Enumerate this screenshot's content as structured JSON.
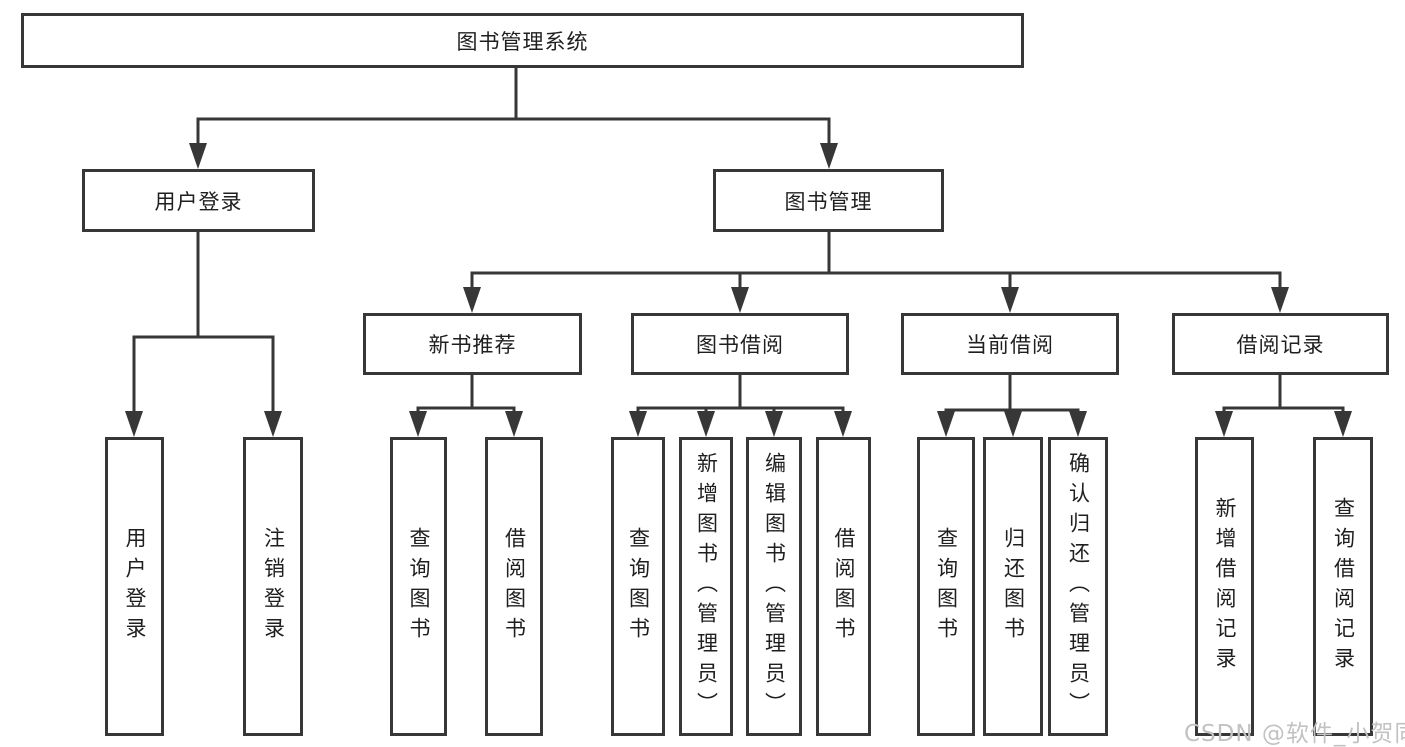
{
  "diagram": {
    "root": {
      "label": "图书管理系统"
    },
    "branches": [
      {
        "label": "用户登录",
        "children": [
          {
            "label": "用户登录"
          },
          {
            "label": "注销登录"
          }
        ]
      },
      {
        "label": "图书管理",
        "children": [
          {
            "label": "新书推荐",
            "children": [
              {
                "label": "查询图书"
              },
              {
                "label": "借阅图书"
              }
            ]
          },
          {
            "label": "图书借阅",
            "children": [
              {
                "label": "查询图书"
              },
              {
                "label": "新增图书（管理员）"
              },
              {
                "label": "编辑图书（管理员）"
              },
              {
                "label": "借阅图书"
              }
            ]
          },
          {
            "label": "当前借阅",
            "children": [
              {
                "label": "查询图书"
              },
              {
                "label": "归还图书"
              },
              {
                "label": "确认归还（管理员）"
              }
            ]
          },
          {
            "label": "借阅记录",
            "children": [
              {
                "label": "新增借阅记录"
              },
              {
                "label": "查询借阅记录"
              }
            ]
          }
        ]
      }
    ]
  },
  "watermark": {
    "text": "CSDN @软件_小贺同学"
  },
  "colors": {
    "line": "#373737",
    "box_border": "#373737",
    "text": "#1f1f1f",
    "watermark": "#c2c2c2",
    "background": "#ffffff"
  }
}
